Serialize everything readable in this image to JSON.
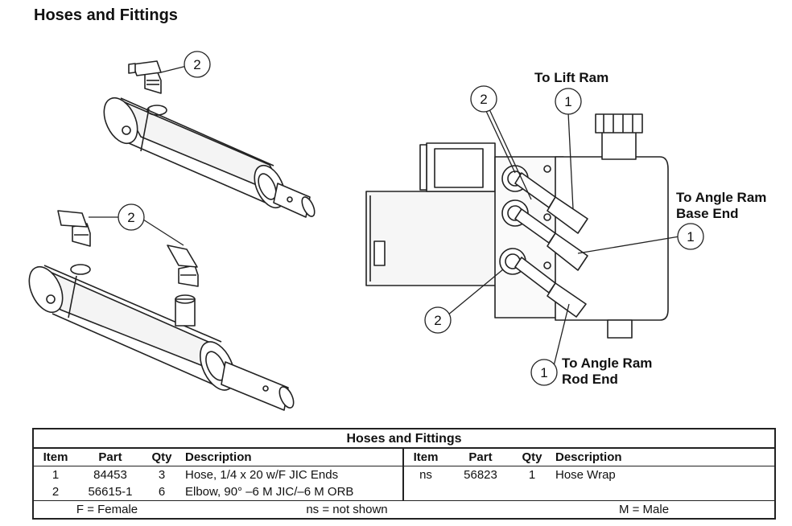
{
  "title": "Hoses and Fittings",
  "callouts": {
    "item2_left_top": "2",
    "item2_left_mid": "2",
    "item2_valve_top": "2",
    "item1_valve_top": "1",
    "item1_valve_mid": "1",
    "item2_valve_bottom": "2",
    "item1_valve_bottom": "1"
  },
  "labels": {
    "lift_ram": "To Lift Ram",
    "angle_base_1": "To Angle Ram",
    "angle_base_2": "Base End",
    "angle_rod_1": "To Angle Ram",
    "angle_rod_2": "Rod End"
  },
  "table": {
    "caption": "Hoses and Fittings",
    "headers": [
      "Item",
      "Part",
      "Qty",
      "Description"
    ],
    "left_rows": [
      {
        "item": "1",
        "part": "84453",
        "qty": "3",
        "desc": "Hose, 1/4 x 20 w/F JIC Ends"
      },
      {
        "item": "2",
        "part": "56615-1",
        "qty": "6",
        "desc": "Elbow, 90° –6 M JIC/–6 M ORB"
      }
    ],
    "right_rows": [
      {
        "item": "ns",
        "part": "56823",
        "qty": "1",
        "desc": "Hose Wrap"
      }
    ],
    "footer": {
      "female": "F = Female",
      "not_shown": "ns = not shown",
      "male": "M = Male"
    }
  }
}
